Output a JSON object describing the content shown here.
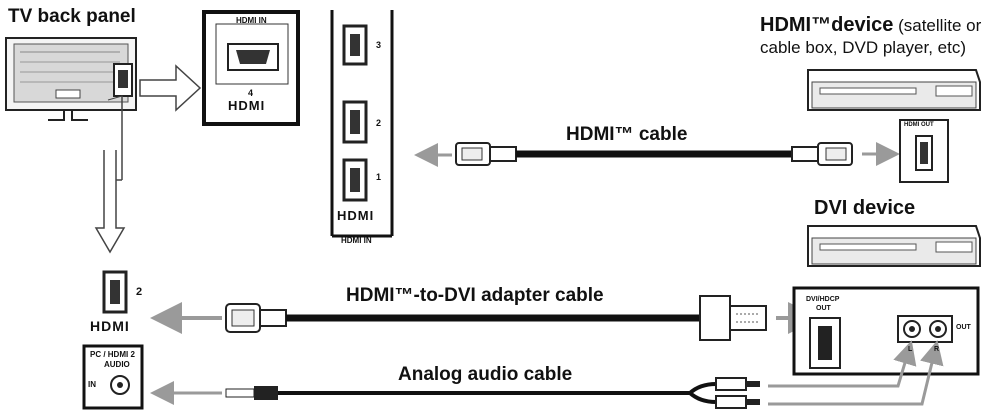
{
  "titles": {
    "tv_back_panel": "TV back panel",
    "hdmi_device": "HDMI™device",
    "hdmi_device_sub1": " (satellite or",
    "hdmi_device_sub2": "cable box, DVD player, etc)",
    "dvi_device": "DVI device"
  },
  "cables": {
    "hdmi": "HDMI™ cable",
    "adapter": "HDMI™-to-DVI adapter cable",
    "audio": "Analog audio cable"
  },
  "zoom_box": {
    "label": "HDMI IN",
    "number": "4",
    "logo": "HDMI"
  },
  "strip": {
    "ports": [
      "3",
      "2",
      "1"
    ],
    "logo": "HDMI",
    "label": "HDMI IN"
  },
  "lower_tv": {
    "port_number": "2",
    "logo": "HDMI",
    "audio_label_1": "PC / HDMI 2",
    "audio_label_2": "AUDIO",
    "in_label": "IN"
  },
  "hdmi_device_port": "HDMI OUT",
  "dvi_panel": {
    "dvi_label_1": "DVI/HDCP",
    "dvi_label_2": "OUT",
    "audio_out": "OUT",
    "left": "L",
    "right": "R"
  }
}
